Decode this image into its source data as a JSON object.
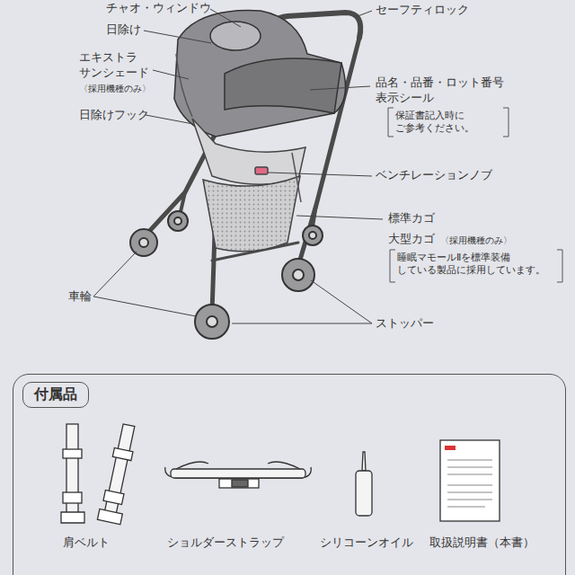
{
  "diagram": {
    "nodes": [
      {
        "text": [
          "付属品"
        ]
      }
    ],
    "labels": [
      "チャオ・ウィンドウ",
      "日除け",
      "エキストラ サンシェード",
      "〈採用機種のみ〉",
      "日除けフック",
      "セーフティロック",
      "品名・品番・ロット番号 表示シール",
      "保証書記入時に ご参考ください。",
      "ベンチレーションノブ",
      "標準カゴ",
      "大型カゴ",
      "〈採用機種のみ〉",
      "睡眠マモールⅡを標準装備 している製品に採用しています。",
      "車輪",
      "ストッパー",
      "肩ベルト",
      "ショルダーストラップ",
      "シリコーンオイル",
      "取扱説明書（本書）"
    ]
  }
}
